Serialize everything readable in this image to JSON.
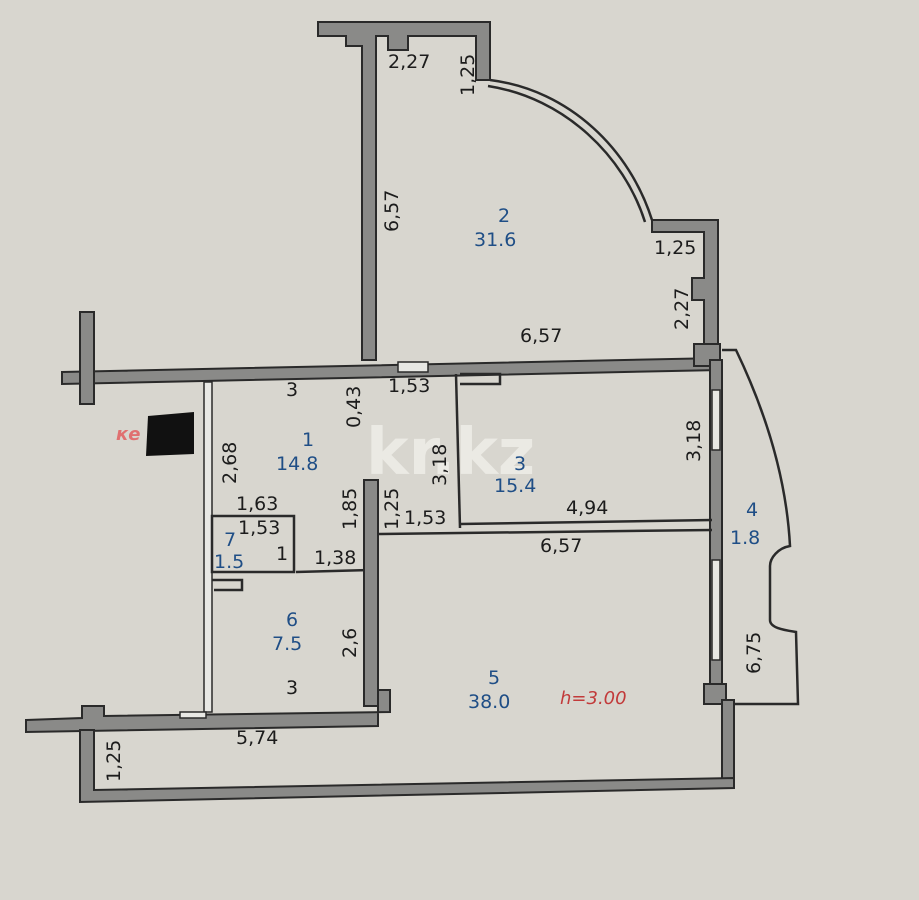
{
  "plan": {
    "watermark": "kr.kz",
    "ceiling_height": "h=3.00",
    "redacted_label_prefix": "ке",
    "colors": {
      "background": "#d8d6cf",
      "wall": "#8a8a88",
      "room_text": "#1f4e86",
      "height_text": "#c23a3a"
    }
  },
  "rooms": [
    {
      "number": "1",
      "area": "14.8"
    },
    {
      "number": "2",
      "area": "31.6"
    },
    {
      "number": "3",
      "area": "15.4"
    },
    {
      "number": "4",
      "area": "1.8"
    },
    {
      "number": "5",
      "area": "38.0"
    },
    {
      "number": "6",
      "area": "7.5"
    },
    {
      "number": "7",
      "area": "1.5"
    }
  ],
  "dimensions": {
    "r2_top": "2,27",
    "r2_top_right": "1,25",
    "r2_left": "6,57",
    "r2_right_upper": "1,25",
    "r2_right_lower": "2,27",
    "r2_bottom": "6,57",
    "r1_top": "3",
    "r1_top_small": "0,43",
    "corridor_top": "1,53",
    "r1_left": "2,68",
    "r1_bottom": "1,63",
    "r7_top": "1,53",
    "r7_side": "1",
    "bath_bottom": "1,38",
    "r1_right": "1,85",
    "corridor_right": "1,25",
    "corridor_bottom": "1,53",
    "r3_left": "3,18",
    "r3_right": "3,18",
    "r3_bottom": "4,94",
    "r5_top": "6,57",
    "r6_right": "2,6",
    "r6_bottom": "3",
    "balcony_top": "5,74",
    "balcony_left": "1,25",
    "loggia_right": "6,75"
  }
}
